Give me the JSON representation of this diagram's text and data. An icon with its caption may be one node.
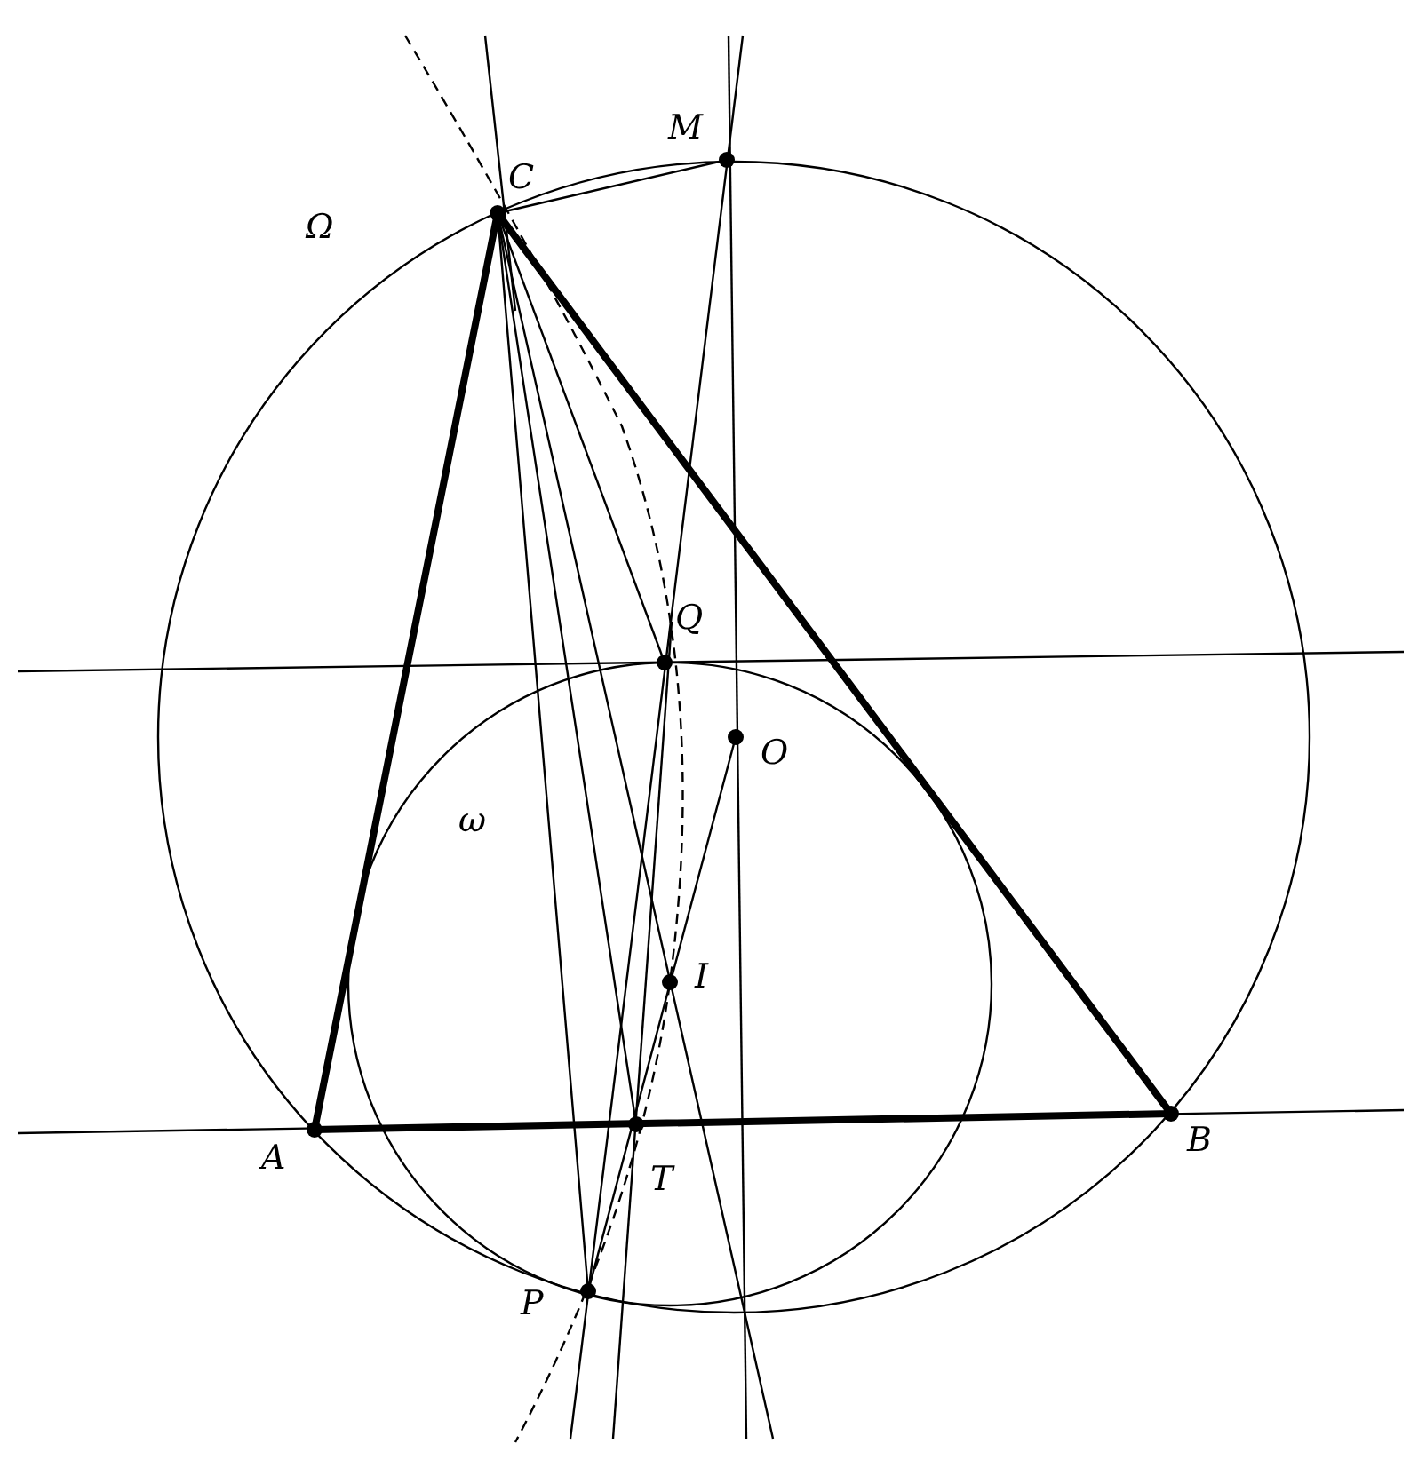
{
  "diagram": {
    "labels": [
      "M",
      "C",
      "Ω",
      "Q",
      "O",
      "ω",
      "I",
      "A",
      "T",
      "B",
      "P"
    ]
  }
}
